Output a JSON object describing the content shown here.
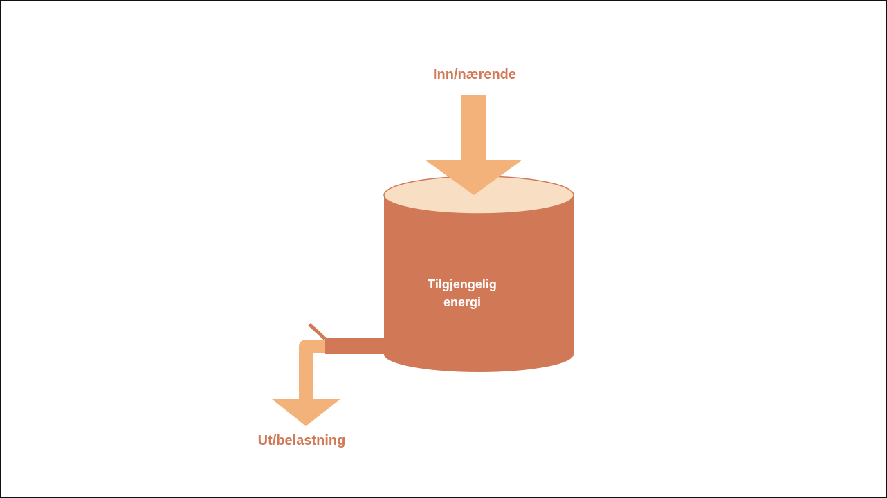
{
  "diagram": {
    "input_label": "Inn/nærende",
    "tank_label_line1": "Tilgjengelig",
    "tank_label_line2": "energi",
    "output_label": "Ut/belastning"
  },
  "colors": {
    "arrow": "#f2b27a",
    "tank_body": "#d17957",
    "tank_top": "#f8dec3",
    "label_text": "#d17957",
    "tank_text": "#ffffff"
  }
}
